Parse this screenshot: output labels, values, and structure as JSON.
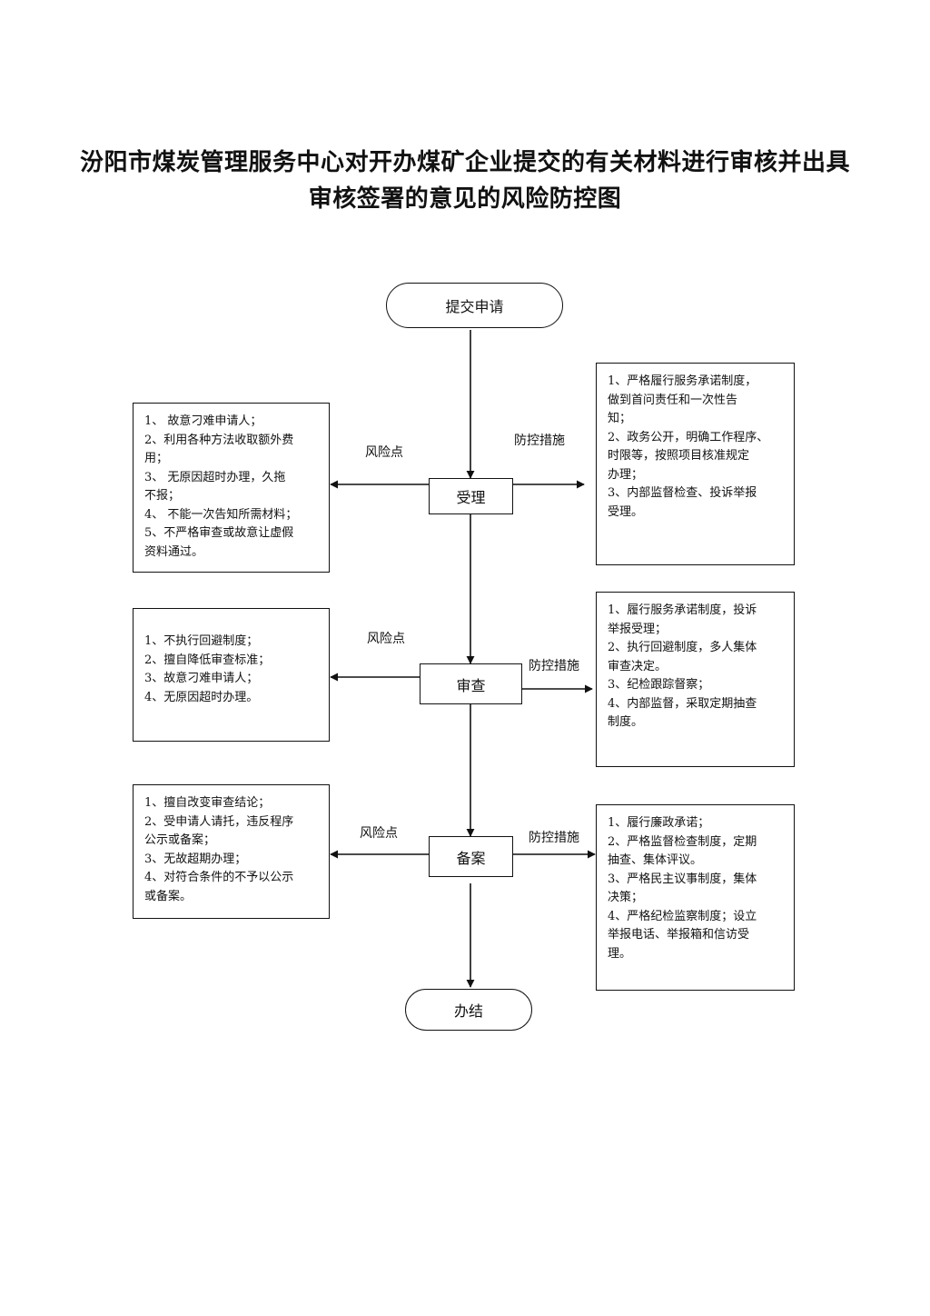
{
  "title": {
    "line1": "汾阳市煤炭管理服务中心对开办煤矿企业提交的有关材料进行审核并出具",
    "line2": "审核签署的意见的风险防控图"
  },
  "nodes": {
    "start": "提交申请",
    "accept": "受理",
    "review": "审查",
    "record": "备案",
    "end": "办结"
  },
  "labels": {
    "risk": "风险点",
    "control": "防控措施"
  },
  "accept_risks": [
    "1、  故意刁难申请人；",
    "2、利用各种方法收取额外费",
    "用；",
    "3、  无原因超时办理，久拖",
    "不报；",
    "4、  不能一次告知所需材料；",
    "5、不严格审查或故意让虚假",
    "资料通过。"
  ],
  "accept_controls": [
    "1、严格履行服务承诺制度，",
    "做到首问责任和一次性告",
    "知；",
    "2、政务公开，明确工作程序、",
    "时限等，按照项目核准规定",
    "办理；",
    "3、内部监督检查、投诉举报",
    "受理。"
  ],
  "review_risks": [
    "1、不执行回避制度；",
    "2、擅自降低审查标准；",
    "3、故意刁难申请人；",
    "4、无原因超时办理。"
  ],
  "review_controls": [
    "1、履行服务承诺制度，投诉",
    "举报受理；",
    "2、执行回避制度，多人集体",
    "审查决定。",
    "3、纪检跟踪督察；",
    "4、内部监督，采取定期抽查",
    "制度。"
  ],
  "record_risks": [
    "1、擅自改变审查结论；",
    "2、受申请人请托，违反程序",
    "公示或备案；",
    "3、无故超期办理；",
    "4、对符合条件的不予以公示",
    "或备案。"
  ],
  "record_controls": [
    "1、履行廉政承诺；",
    "2、严格监督检查制度，定期",
    "抽查、集体评议。",
    "3、严格民主议事制度，集体",
    "决策；",
    "4、严格纪检监察制度；设立",
    "举报电话、举报箱和信访受",
    "理。"
  ]
}
